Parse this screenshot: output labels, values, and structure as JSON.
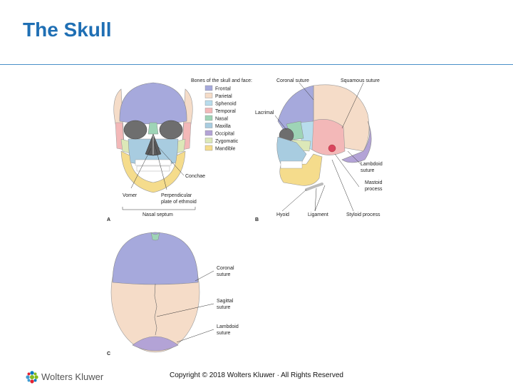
{
  "slide": {
    "title": "The Skull",
    "copyright": "Copyright © 2018 Wolters Kluwer · All Rights Reserved",
    "logo_text": "Wolters Kluwer"
  },
  "legend": {
    "heading": "Bones of the skull and face:",
    "items": [
      {
        "label": "Frontal",
        "color": "#a6a9dc"
      },
      {
        "label": "Parietal",
        "color": "#f5dcc8"
      },
      {
        "label": "Sphenoid",
        "color": "#b8dcec"
      },
      {
        "label": "Temporal",
        "color": "#f3b8b8"
      },
      {
        "label": "Nasal",
        "color": "#9ed4b6"
      },
      {
        "label": "Maxilla",
        "color": "#a8cce0"
      },
      {
        "label": "Occipital",
        "color": "#b3a3d6"
      },
      {
        "label": "Zygomatic",
        "color": "#dce8b8"
      },
      {
        "label": "Mandible",
        "color": "#f5dc8c"
      }
    ]
  },
  "panels": {
    "a": {
      "letter": "A",
      "labels": {
        "conchae": "Conchae",
        "vomer": "Vomer",
        "perp1": "Perpendicular",
        "perp2": "plate of ethmoid",
        "septum": "Nasal septum"
      }
    },
    "b": {
      "letter": "B",
      "labels": {
        "coronal": "Coronal suture",
        "squamous": "Squamous suture",
        "lacrimal": "Lacrimal",
        "lambdoid1": "Lambdoid",
        "lambdoid2": "suture",
        "mastoid1": "Mastoid",
        "mastoid2": "process",
        "hyoid": "Hyoid",
        "ligament": "Ligament",
        "styloid": "Styloid process"
      }
    },
    "c": {
      "letter": "C",
      "labels": {
        "coronal1": "Coronal",
        "coronal2": "suture",
        "sagittal1": "Sagittal",
        "sagittal2": "suture",
        "lambdoid1": "Lambdoid",
        "lambdoid2": "suture"
      }
    }
  }
}
